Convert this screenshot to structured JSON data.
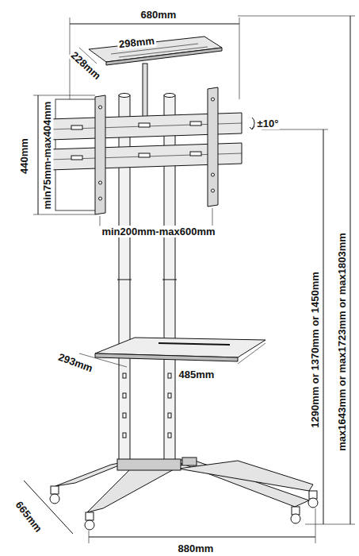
{
  "diagram": {
    "labels": [
      "680mm",
      "298mm",
      "228mm",
      "±10°",
      "440mm",
      "min75mm-max404mm",
      "min200mm-max600mm",
      "1290mm or 1370mm or 1450mm",
      "max1643mm or max1723mm or max1803mm",
      "293mm",
      "485mm",
      "665mm",
      "880mm"
    ]
  }
}
